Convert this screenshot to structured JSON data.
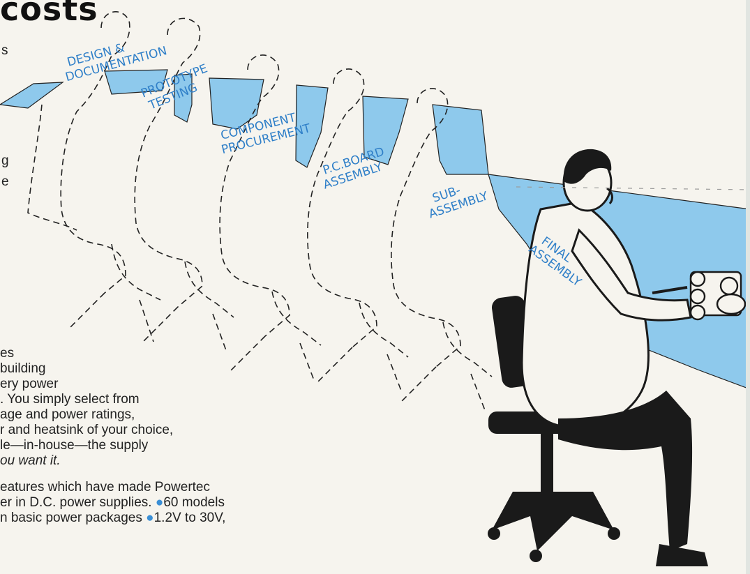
{
  "headline": "costs",
  "left_fragments": [
    "s",
    "g",
    "e"
  ],
  "stages": [
    {
      "lines": [
        "DESIGN &",
        "DOCUMENTATION"
      ]
    },
    {
      "lines": [
        "PROTOTYPE",
        "TESTING"
      ]
    },
    {
      "lines": [
        "COMPONENT",
        "PROCUREMENT"
      ]
    },
    {
      "lines": [
        "P.C.BOARD",
        "ASSEMBLY"
      ]
    },
    {
      "lines": [
        "SUB-",
        "ASSEMBLY"
      ]
    },
    {
      "lines": [
        "FINAL",
        "ASSEMBLY"
      ]
    }
  ],
  "paragraph1": {
    "lines": [
      "es",
      "building",
      "ery power",
      ". You simply select from",
      "age and power ratings,",
      "r and heatsink of your choice,",
      "le—in-house—the supply"
    ],
    "italic_line": "ou want it."
  },
  "paragraph2": {
    "line1": "eatures which have made Powertec",
    "line2_text": "er in D.C. power supplies.",
    "line2_bullet_text": "60 models",
    "line3_text": "n basic power packages",
    "line3_bullet_text": "1.2V to 30V,"
  },
  "colors": {
    "accent_blue": "#8ec9ec",
    "stage_text": "#2f7fc8",
    "bullet": "#3a8fd6"
  }
}
